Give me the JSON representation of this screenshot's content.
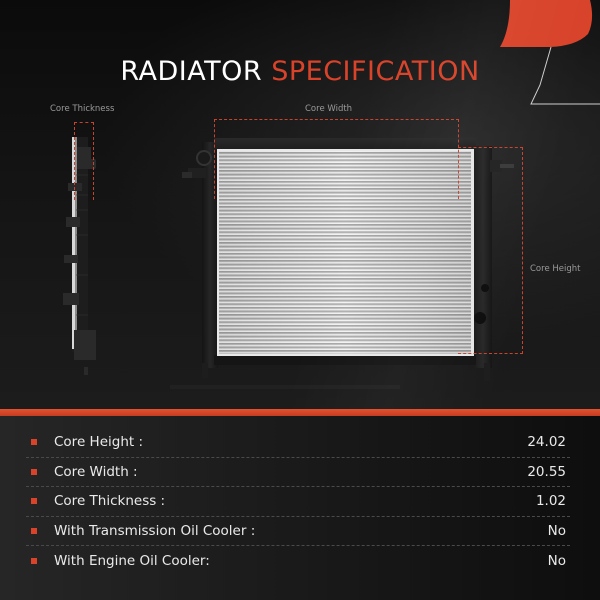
{
  "colors": {
    "accent": "#d8432a",
    "background": "#0c0c0c",
    "text": "#eaeaea",
    "muted_label": "#9a9a9a"
  },
  "header": {
    "title_part1": "RADIATOR",
    "title_part2": "SPECIFICATION"
  },
  "diagram": {
    "labels": {
      "core_thickness": "Core Thickness",
      "core_width": "Core Width",
      "core_height": "Core Height"
    }
  },
  "specs": [
    {
      "label": "Core Height :",
      "value": "24.02"
    },
    {
      "label": "Core Width :",
      "value": "20.55"
    },
    {
      "label": "Core Thickness :",
      "value": "1.02"
    },
    {
      "label": "With Transmission Oil Cooler :",
      "value": "No"
    },
    {
      "label": "With Engine Oil Cooler:",
      "value": "No"
    }
  ]
}
